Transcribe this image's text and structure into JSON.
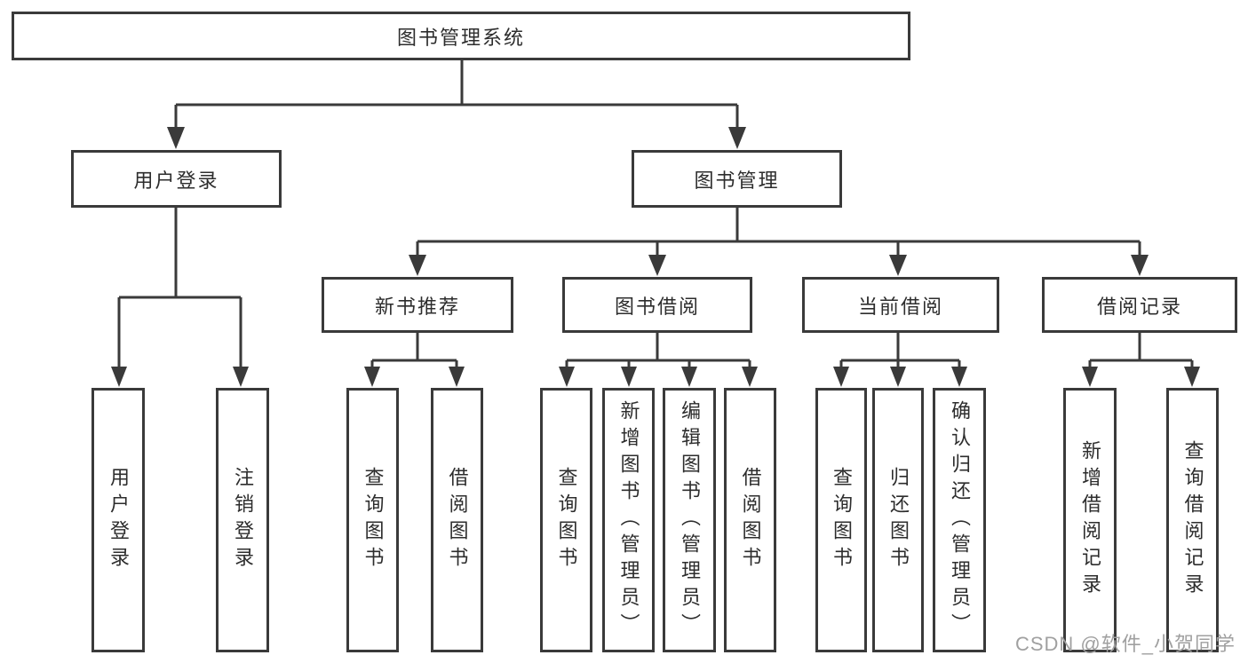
{
  "diagram": {
    "root": {
      "label": "图书管理系统"
    },
    "branches": [
      {
        "label": "用户登录",
        "children": [
          {
            "label": "用户登录"
          },
          {
            "label": "注销登录"
          }
        ]
      },
      {
        "label": "图书管理",
        "children": [
          {
            "label": "新书推荐",
            "children": [
              {
                "label": "查询图书"
              },
              {
                "label": "借阅图书"
              }
            ]
          },
          {
            "label": "图书借阅",
            "children": [
              {
                "label": "查询图书"
              },
              {
                "label": "新增图书（管理员）"
              },
              {
                "label": "编辑图书（管理员）"
              },
              {
                "label": "借阅图书"
              }
            ]
          },
          {
            "label": "当前借阅",
            "children": [
              {
                "label": "查询图书"
              },
              {
                "label": "归还图书"
              },
              {
                "label": "确认归还（管理员）"
              }
            ]
          },
          {
            "label": "借阅记录",
            "children": [
              {
                "label": "新增借阅记录"
              },
              {
                "label": "查询借阅记录"
              }
            ]
          }
        ]
      }
    ]
  },
  "watermark": {
    "text": "CSDN @软件_小贺同学"
  },
  "colors": {
    "line": "#3a3a3a",
    "box_border": "#3a3a3a",
    "text": "#2d2d2d",
    "watermark": "#a0a0a0",
    "background": "#ffffff"
  }
}
